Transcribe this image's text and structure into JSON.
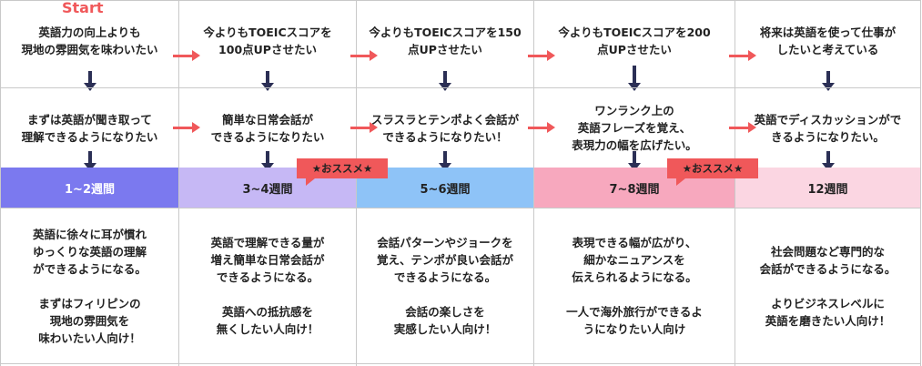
{
  "start_label": "Start",
  "recommend_label": "★おススメ★",
  "columns": [
    {
      "goal": "英語力の向上よりも\n現地の雰囲気を味わいたい",
      "aim": "まずは英語が聞き取って\n理解できるようになりたい",
      "duration": "1~2週間",
      "band_color": "#7b79ef",
      "band_text_color": "#ffffff",
      "description": "英語に徐々に耳が慣れ\nゆっくりな英語の理解\nができるようになる。\n\nまずはフィリピンの\n現地の雰囲気を\n味わいたい人向け！"
    },
    {
      "goal": "今よりもTOEICスコアを\n100点UPさせたい",
      "aim": "簡単な日常会話が\nできるようになりたい",
      "duration": "3~4週間",
      "band_color": "#c6b8f5",
      "band_text_color": "#222222",
      "description": "英語で理解できる量が\n増え簡単な日常会話が\nできるようになる。\n\n英語への抵抗感を\n無くしたい人向け！"
    },
    {
      "goal": "今よりもTOEICスコアを150\n点UPさせたい",
      "aim": "スラスラとテンポよく会話が\nできるようになりたい！",
      "duration": "5~6週間",
      "band_color": "#8ec3f7",
      "band_text_color": "#222222",
      "description": "会話パターンやジョークを\n覚え、テンポが良い会話が\nできるようになる。\n\n会話の楽しさを\n実感したい人向け！"
    },
    {
      "goal": "今よりもTOEICスコアを200\n点UPさせたい",
      "aim": "ワンランク上の\n英語フレーズを覚え、\n表現力の幅を広げたい。",
      "duration": "7~8週間",
      "band_color": "#f7a8be",
      "band_text_color": "#222222",
      "description": "表現できる幅が広がり、\n細かなニュアンスを\n伝えられるようになる。\n\n一人で海外旅行ができるよ\nうになりたい人向け"
    },
    {
      "goal": "将来は英語を使って仕事が\nしたいと考えている",
      "aim": "英語でディスカッションがで\nきるようになりたい。",
      "duration": "12週間",
      "band_color": "#fbd6e2",
      "band_text_color": "#222222",
      "description": "社会問題など専門的な\n会話ができるようになる。\n\nよりビジネスレベルに\n英語を磨きたい人向け！"
    }
  ]
}
